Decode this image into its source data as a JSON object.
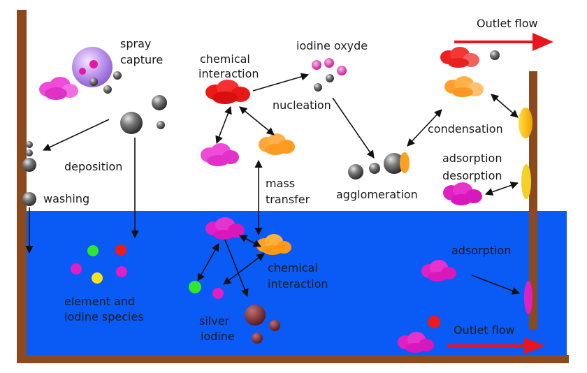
{
  "labels": {
    "spray": "spray",
    "capture": "capture",
    "chemical1": "chemical",
    "interaction1": "interaction",
    "iodine_oxyde": "iodine oxyde",
    "nucleation": "nucleation",
    "outlet_top": "Outlet flow",
    "condensation": "condensation",
    "deposition": "deposition",
    "washing": "washing",
    "mass": "mass",
    "transfer": "transfer",
    "agglomeration": "agglomeration",
    "adsorption_desorption_1": "adsorption",
    "adsorption_desorption_2": "desorption",
    "chemical2": "chemical",
    "interaction2": "interaction",
    "adsorption": "adsorption",
    "element_and": "element and",
    "iodine_species": "iodine species",
    "silver": "silver",
    "iodine": "iodine",
    "outlet_bottom": "Outlet flow"
  },
  "colors": {
    "water": "#0A5AF5",
    "wall": "#8B4A1E",
    "arrow_red": "#E8141E",
    "cloud_magenta": "#E020C8",
    "cloud_orange": "#FFA020",
    "cloud_red": "#E81E1E",
    "particle_gray": "#4a4a4a"
  }
}
